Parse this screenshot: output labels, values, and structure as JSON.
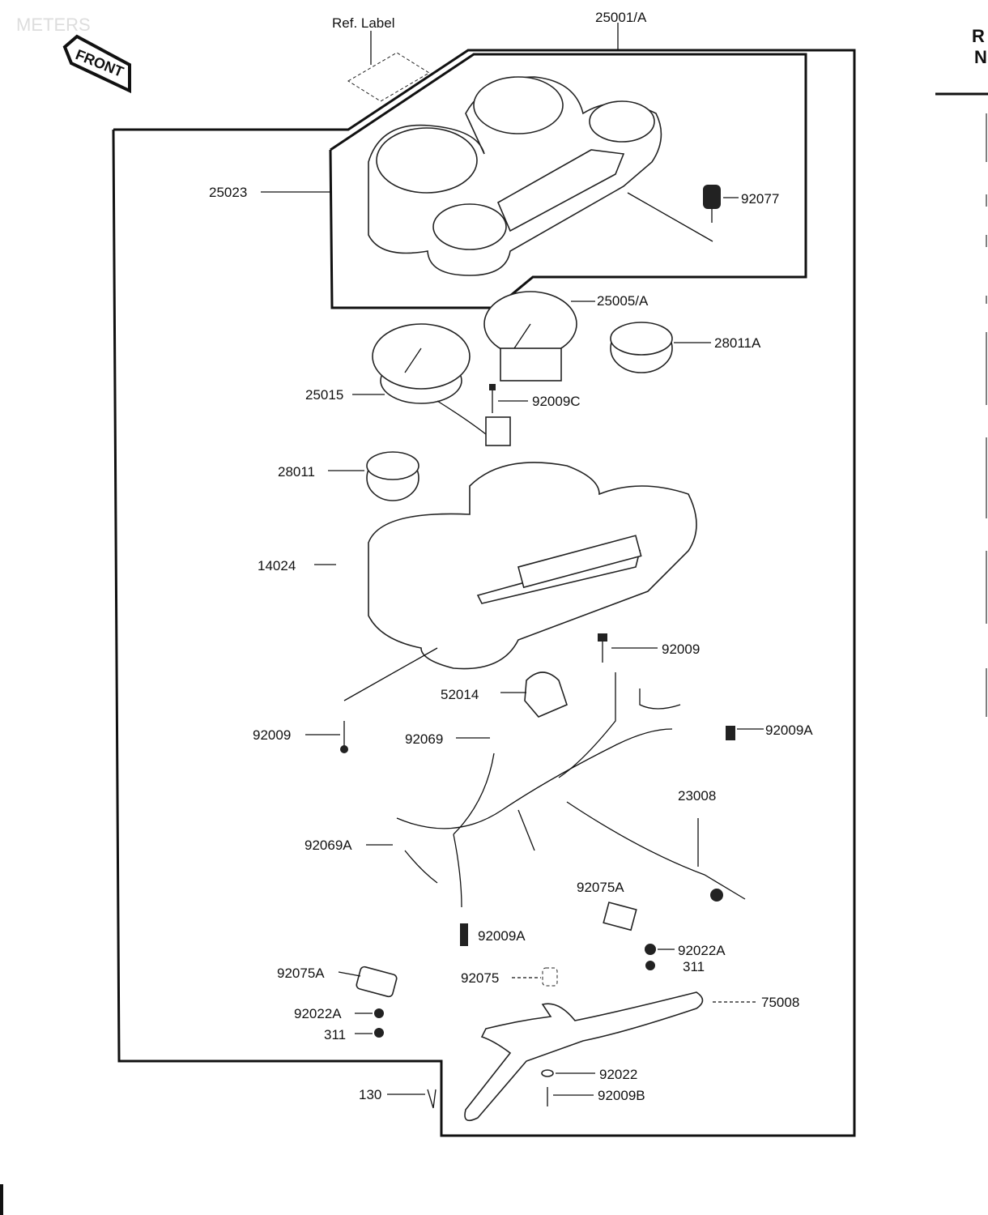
{
  "header": {
    "section_title": "METERS",
    "front_label": "FRONT",
    "column_header_line1": "R",
    "column_header_line2": "N"
  },
  "labels": {
    "ref_label": "Ref. Label",
    "p25001A": "25001/A",
    "p25023": "25023",
    "p92077": "92077",
    "p25005A": "25005/A",
    "p28011A": "28011A",
    "p25015": "25015",
    "p92009C": "92009C",
    "p28011": "28011",
    "p14024": "14024",
    "p92009_right": "92009",
    "p52014": "52014",
    "p92009_left": "92009",
    "p92069": "92069",
    "p92009A_right": "92009A",
    "p23008": "23008",
    "p92069A": "92069A",
    "p92075A_right": "92075A",
    "p92009A_lower": "92009A",
    "p92022A_right": "92022A",
    "p311_right": "311",
    "p92075A_left": "92075A",
    "p92075": "92075",
    "p75008": "75008",
    "p92022A_left": "92022A",
    "p311_left": "311",
    "p92022": "92022",
    "p130": "130",
    "p92009B": "92009B"
  }
}
